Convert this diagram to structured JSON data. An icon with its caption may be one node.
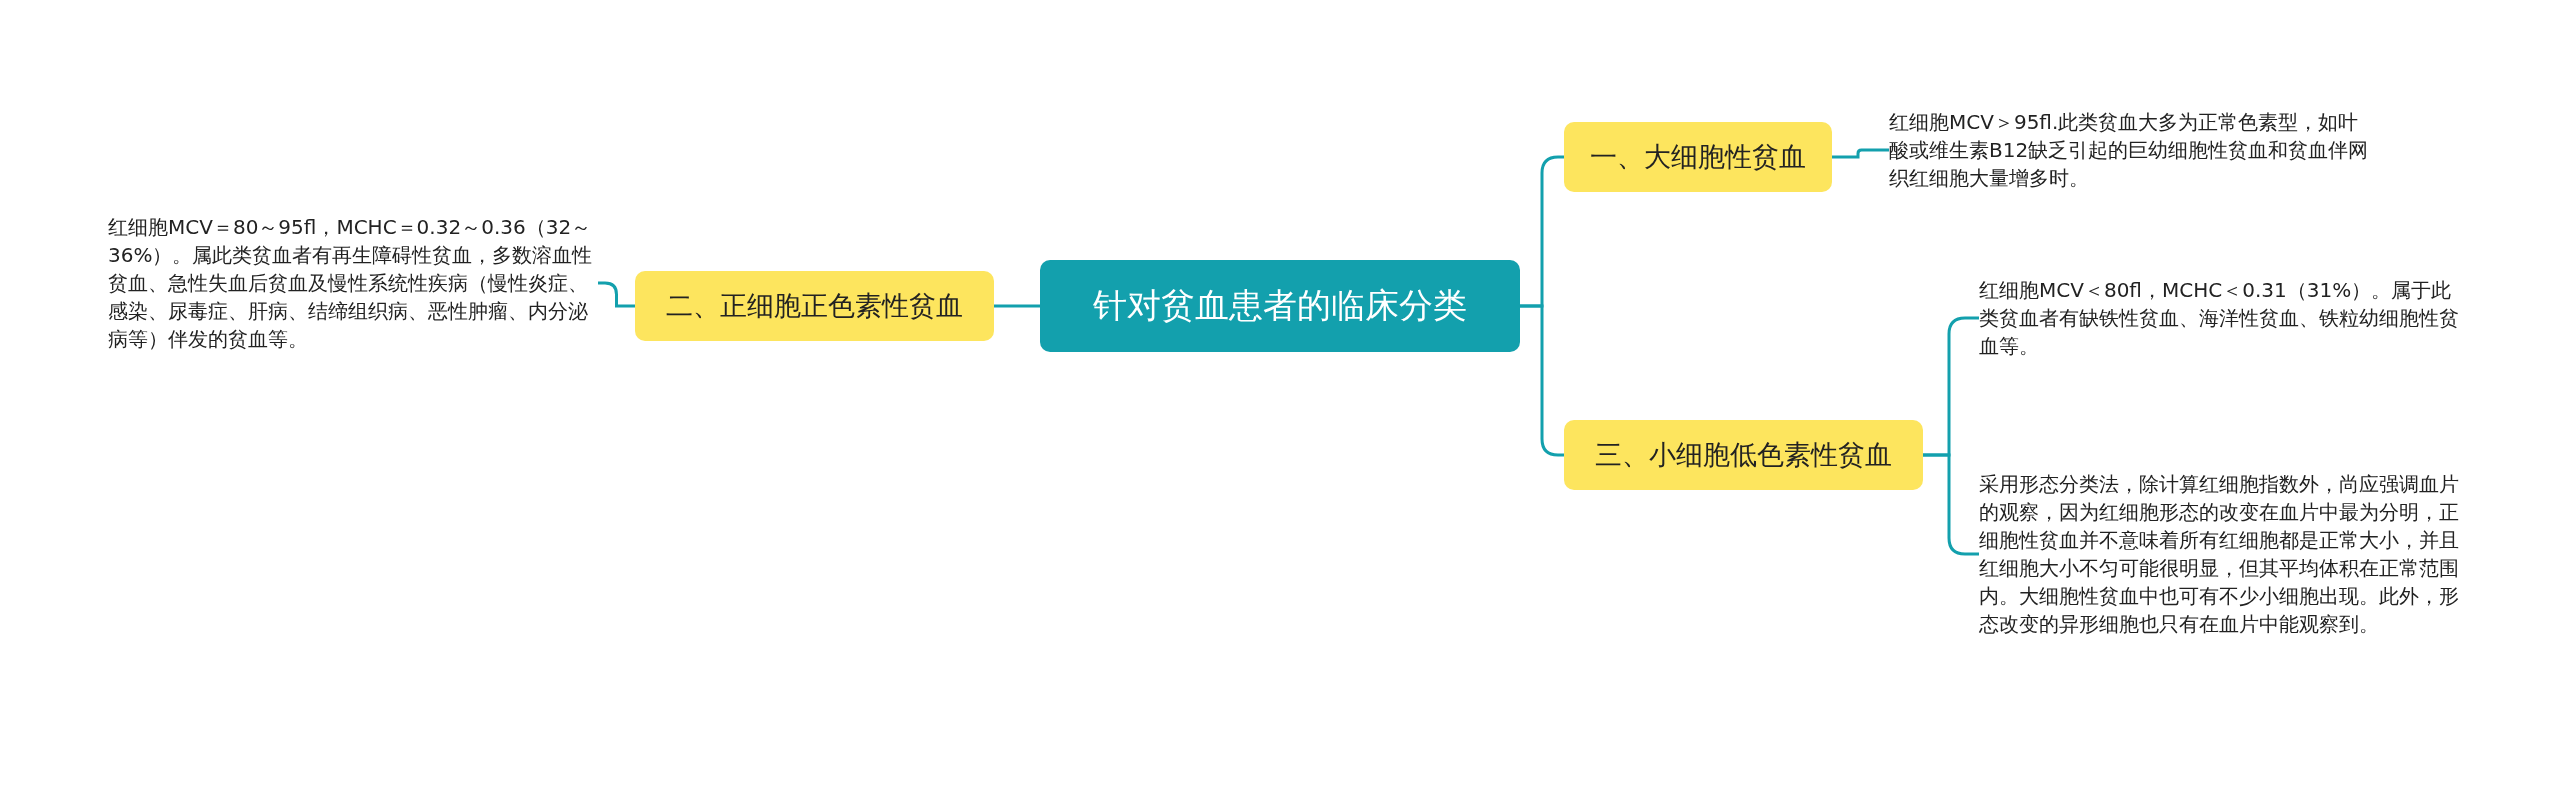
{
  "diagram": {
    "nodes": [
      {
        "text": [
          "针对贫血患者的临床分类"
        ]
      },
      {
        "text": [
          "一、大细胞性贫血"
        ]
      },
      {
        "text": [
          "红细胞MCV＞95fl.此类贫血大多为正常色素型，如叶酸或维生素B12缺乏引起的巨幼细胞性贫血和贫血伴网织红细胞大量增多时。"
        ]
      },
      {
        "text": [
          "二、正细胞正色素性贫血"
        ]
      },
      {
        "text": [
          "红细胞MCV＝80～95fl，MCHC＝0.32～0.36（32～36%）。属此类贫血者有再生障碍性贫血，多数溶血性贫血、急性失血后贫血及慢性系统性疾病（慢性炎症、感染、尿毒症、肝病、结缔组织病、恶性肿瘤、内分泌病等）伴发的贫血等。"
        ]
      },
      {
        "text": [
          "三、小细胞低色素性贫血"
        ]
      },
      {
        "text": [
          "红细胞MCV＜80fl，MCHC＜0.31（31%）。属于此类贫血者有缺铁性贫血、海洋性贫血、铁粒幼细胞性贫血等。"
        ]
      },
      {
        "text": [
          "采用形态分类法，除计算红细胞指数外，尚应强调血片的观察，因为红细胞形态的改变在血片中最为分明，正细胞性贫血并不意味着所有红细胞都是正常大小，并且红细胞大小不匀可能很明显，但其平均体积在正常范围内。大细胞性贫血中也可有不少小细胞出现。此外，形态改变的异形细胞也只有在血片中能观察到。"
        ]
      }
    ],
    "edges": [
      {
        "from": 0,
        "to": 1,
        "arrow": "none"
      },
      {
        "from": 1,
        "to": 2,
        "arrow": "none"
      },
      {
        "from": 0,
        "to": 3,
        "arrow": "none"
      },
      {
        "from": 3,
        "to": 4,
        "arrow": "none"
      },
      {
        "from": 0,
        "to": 5,
        "arrow": "none"
      },
      {
        "from": 5,
        "to": 6,
        "arrow": "none"
      },
      {
        "from": 5,
        "to": 7,
        "arrow": "none"
      }
    ]
  }
}
